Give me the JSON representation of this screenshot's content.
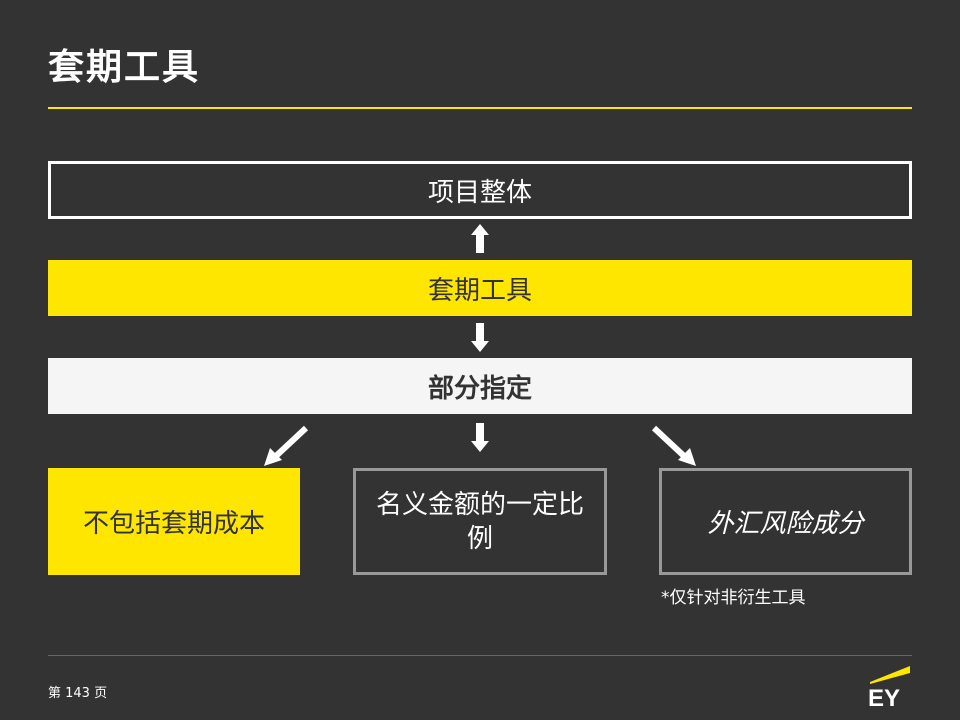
{
  "slide": {
    "title": "套期工具"
  },
  "diagram": {
    "project_box": "项目整体",
    "instrument_box": "套期工具",
    "partial_box": "部分指定",
    "options": [
      {
        "label": "不包括套期成本"
      },
      {
        "label": "名义金额的一定比例"
      },
      {
        "label": "外汇风险成分"
      }
    ],
    "note": "*仅针对非衍生工具"
  },
  "footer": {
    "page": "第 143 页",
    "logo_text": "EY"
  },
  "colors": {
    "background": "#333333",
    "accent_yellow": "#ffe600",
    "light_gray": "#f5f5f5",
    "border_gray": "#999999"
  },
  "icons": [
    "arrow-up-icon",
    "arrow-down-icon",
    "arrow-down-left-icon",
    "arrow-down-right-icon",
    "ey-logo"
  ]
}
